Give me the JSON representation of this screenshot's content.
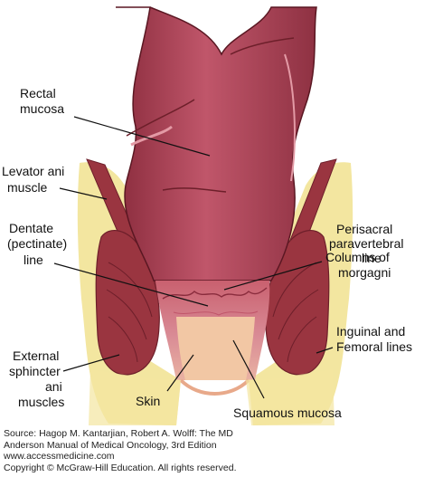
{
  "labels": {
    "rectal_mucosa": [
      "Rectal",
      "mucosa"
    ],
    "levator_ani": [
      "Levator ani",
      "muscle"
    ],
    "dentate_line": [
      "Dentate",
      "(pectinate)",
      "line"
    ],
    "external_sphincter": [
      "External",
      "sphincter",
      "ani",
      "muscles"
    ],
    "skin": "Skin",
    "squamous_mucosa": "Squamous mucosa",
    "perisacral": [
      "Perisacral",
      "paravertebral",
      "line"
    ],
    "columns_morgagni": [
      "Columns of",
      "morgagni"
    ],
    "inguinal_femoral": [
      "Inguinal and",
      "Femoral lines"
    ]
  },
  "caption": {
    "line1": "Source: Hagop M. Kantarjian, Robert A. Wolff: The MD",
    "line2": "Anderson Manual of Medical Oncology, 3rd Edition",
    "line3": "www.accessmedicine.com",
    "line4": "Copyright © McGraw-Hill Education. All rights reserved."
  },
  "colors": {
    "fat": "#f3e6a0",
    "muscle": "#9a3540",
    "muscle_dark": "#6d1f2a",
    "mucosa": "#b84d5e",
    "mucosa_light": "#d98b95",
    "squamous": "#f2c7a4",
    "skin": "#e8a98a",
    "vessel": "#3c7fb8"
  }
}
